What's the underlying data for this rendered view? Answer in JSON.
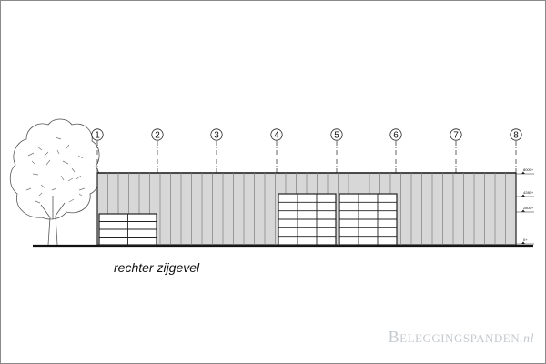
{
  "drawing": {
    "caption": "rechter zijgevel",
    "grid_axes": [
      "1",
      "2",
      "3",
      "4",
      "5",
      "6",
      "7",
      "8"
    ],
    "level_labels": [
      "8000+",
      "4280+",
      "2800+",
      "0+"
    ]
  },
  "watermark": {
    "name": "Beleggingspanden",
    "suffix": ".nl"
  },
  "colors": {
    "line": "#222222",
    "wall_fill": "#d7d7d7",
    "door_panel": "#ffffff",
    "tree_outline": "#555555",
    "watermark": "#c4c9cf"
  }
}
